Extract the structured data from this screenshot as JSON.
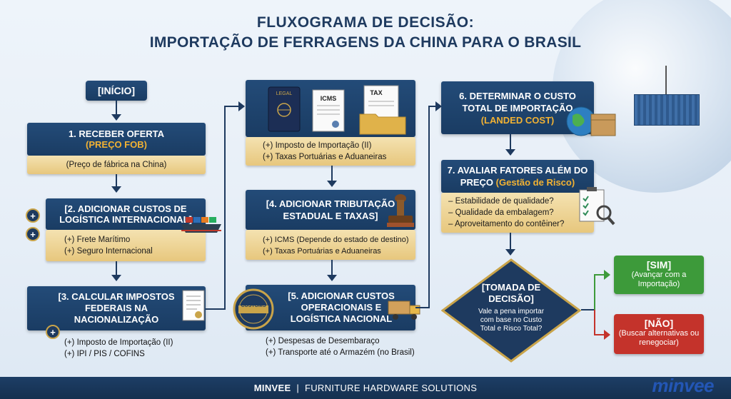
{
  "title": {
    "line1": "FLUXOGRAMA DE DECISÃO:",
    "line2": "IMPORTAÇÃO DE FERRAGENS DA CHINA PARA O BRASIL"
  },
  "start": "[INÍCIO]",
  "step1": {
    "title": "1. RECEBER OFERTA",
    "subtitle": "(PREÇO FOB)",
    "note": "(Preço de fábrica na China)"
  },
  "step2": {
    "title_line1": "[2. ADICIONAR CUSTOS DE",
    "title_line2": "LOGÍSTICA INTERNACIONAL]",
    "items": [
      "(+) Frete Marítimo",
      "(+) Seguro Internacional"
    ]
  },
  "step3": {
    "title_line1": "[3. CALCULAR IMPOSTOS",
    "title_line2": "FEDERAIS NA",
    "title_line3": "NACIONALIZAÇÃO",
    "items": [
      "(+) Imposto de Importação (II)",
      "(+) IPI / PIS / COFINS"
    ]
  },
  "docs": {
    "legal": "LEGAL",
    "icms": "ICMS",
    "tax": "TAX",
    "items": [
      "(+) Imposto de Importação (II)",
      "(+) Taxas Portuárias e Aduaneiras"
    ]
  },
  "step4": {
    "title_line1": "[4. ADICIONAR TRIBUTAÇÃO",
    "title_line2": "ESTADUAL E TAXAS]",
    "items": [
      "(+) ICMS (Depende do estado de destino)",
      "(+) Taxas Portuárias e Aduaneiras"
    ]
  },
  "step5": {
    "title_line1": "[5. ADICIONAR CUSTOS",
    "title_line2": "OPERACIONAIS E",
    "title_line3": "LOGÍSTICA NACIONAL",
    "items": [
      "(+) Despesas de Desembaraço",
      "(+) Transporte até o Armazém (no Brasil)"
    ],
    "stamp_text": "CUSTOMS"
  },
  "step6": {
    "title_line1": "6. DETERMINAR O CUSTO",
    "title_line2": "TOTAL DE IMPORTAÇÃO",
    "subtitle": "(LANDED COST)"
  },
  "step7": {
    "title_line1": "7. AVALIAR FATORES ALÉM DO",
    "title_line2": "PREÇO",
    "subtitle": "(Gestão de Risco)",
    "items": [
      "– Estabilidade de qualidade?",
      "– Qualidade da embalagem?",
      "– Aproveitamento do contêiner?"
    ]
  },
  "decision": {
    "title_line1": "[TOMADA DE",
    "title_line2": "DECISÃO]",
    "question": "Vale a pena importar com base no Custo Total e Risco Total?"
  },
  "yes": {
    "label": "[SIM]",
    "text": "(Avançar com a Importação)",
    "color": "#3d9a3a"
  },
  "no": {
    "label": "[NÃO]",
    "text": "(Buscar alternativas ou renegociar)",
    "color": "#c4332b"
  },
  "footer": {
    "brand": "MINVEE",
    "separator": "|",
    "tagline": "FURNITURE HARDWARE SOLUTIONS"
  },
  "logo": "minvee",
  "colors": {
    "navy": "#1e3a5f",
    "gold": "#e7c77d",
    "orange": "#f2b233"
  }
}
